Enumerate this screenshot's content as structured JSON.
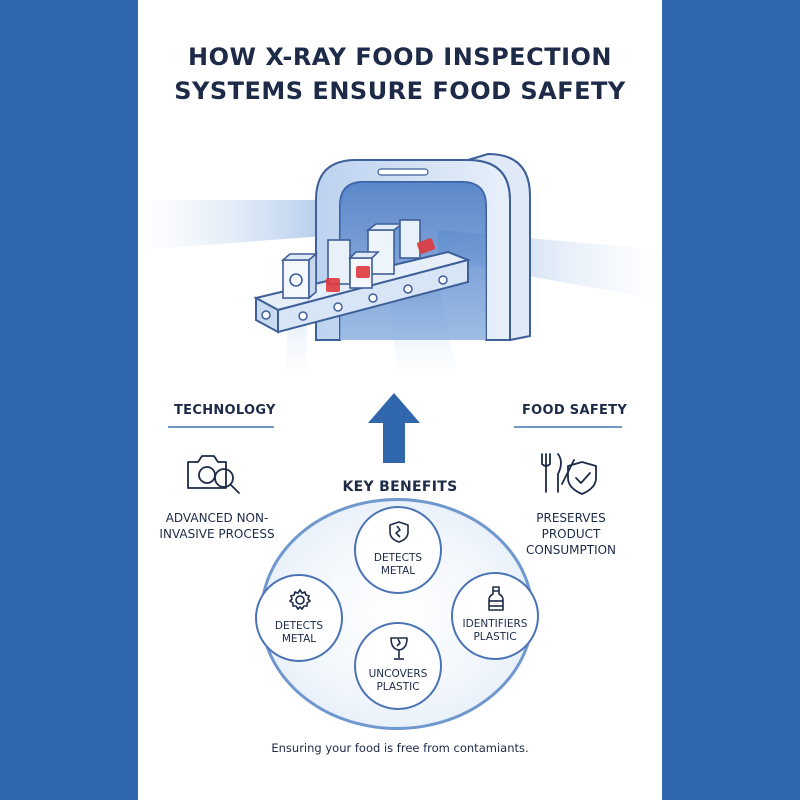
{
  "title": {
    "line1": "HOW X-RAY FOOD INSPECTION",
    "line2": "SYSTEMS ENSURE FOOD SAFETY"
  },
  "left_column": {
    "heading": "TECHNOLOGY",
    "icon": "camera-magnifier-icon",
    "text": "ADVANCED NON-INVASIVE PROCESS"
  },
  "right_column": {
    "heading": "FOOD SAFETY",
    "icon": "fork-knife-shield-icon",
    "text": "PRESERVES PRODUCT CONSUMPTION"
  },
  "key_benefits": {
    "title": "KEY BENEFITS",
    "items": [
      {
        "label": "DETECTS METAL",
        "icon": "shield-crack-icon"
      },
      {
        "label": "DETECTS METAL",
        "icon": "gear-icon"
      },
      {
        "label": "IDENTIFIERS PLASTIC",
        "icon": "bottle-icon"
      },
      {
        "label": "UNCOVERS PLASTIC",
        "icon": "broken-glass-icon"
      }
    ]
  },
  "footer": "Ensuring your food is free from contamiants.",
  "colors": {
    "background": "#2f66ac",
    "panel": "#ffffff",
    "text": "#1d2a48",
    "accent": "#2f66ac",
    "contaminant": "#e03a3e"
  }
}
